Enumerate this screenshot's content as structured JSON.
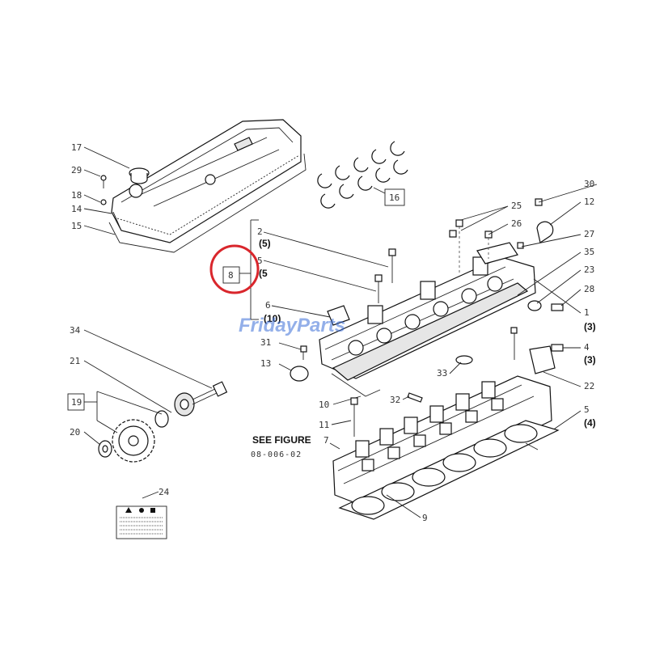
{
  "diagram": {
    "callouts": {
      "c1": "1",
      "c2": "2",
      "c4": "4",
      "c5_top": "5",
      "c5": "5",
      "c6": "6",
      "c7": "7",
      "c8": "8",
      "c9": "9",
      "c10": "10",
      "c11": "11",
      "c12": "12",
      "c13": "13",
      "c14": "14",
      "c15": "15",
      "c16": "16",
      "c17": "17",
      "c18": "18",
      "c19": "19",
      "c20": "20",
      "c21": "21",
      "c22": "22",
      "c23": "23",
      "c24": "24",
      "c25": "25",
      "c26": "26",
      "c27": "27",
      "c28": "28",
      "c29": "29",
      "c30": "30",
      "c31": "31",
      "c32": "32",
      "c33": "33",
      "c34": "34",
      "c35": "35"
    },
    "quantities": {
      "q_a": "(5)",
      "q_b": "(5",
      "q_c": "(10)",
      "q_d": "(3)",
      "q_e": "(3)",
      "q_f": "(4)"
    },
    "see_figure": {
      "label": "SEE FIGURE",
      "ref": "08-006-02"
    },
    "watermark": "FridayParts",
    "highlight_color": "#d9262c",
    "watermark_color": "#3b6fd8"
  }
}
